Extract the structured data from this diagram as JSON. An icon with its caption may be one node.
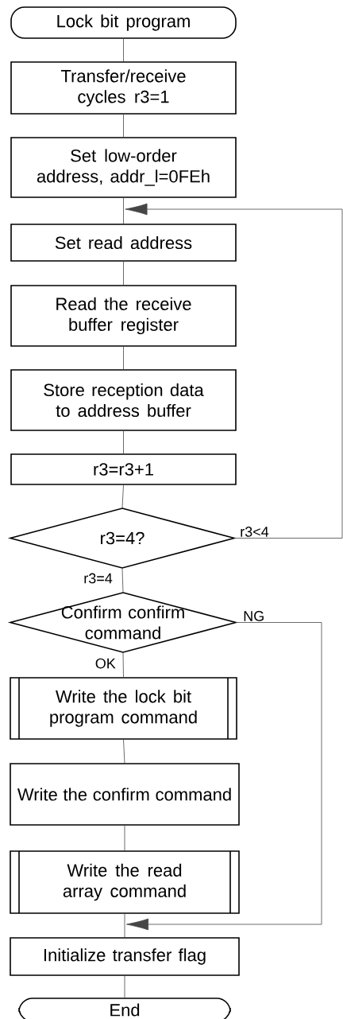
{
  "diagram": {
    "nodes": [
      {
        "text": [
          "Lock bit program"
        ]
      },
      {
        "text": [
          "Transfer/receive cycles r3=1"
        ]
      },
      {
        "text": [
          "Set low-order address, addr_l=0FEh"
        ]
      },
      {
        "text": [
          "Set read address"
        ]
      },
      {
        "text": [
          "Read the receive buffer register"
        ]
      },
      {
        "text": [
          "Store reception data to address buffer"
        ]
      },
      {
        "text": [
          "r3=r3+1"
        ]
      },
      {
        "text": [
          "r3=4?"
        ]
      },
      {
        "text": [
          "Confirm confirm command"
        ]
      },
      {
        "text": [
          "Write the lock bit program command"
        ]
      },
      {
        "text": [
          "Write the confirm command"
        ]
      },
      {
        "text": [
          "Write the read array command"
        ]
      },
      {
        "text": [
          "Initialize transfer flag"
        ]
      },
      {
        "text": [
          "End"
        ]
      }
    ],
    "edges": [
      {
        "from": 0,
        "to": 1,
        "arrow": "none"
      },
      {
        "from": 1,
        "to": 2,
        "arrow": "none"
      },
      {
        "from": 2,
        "to": 3,
        "arrow": "none"
      },
      {
        "from": 3,
        "to": 4,
        "arrow": "none"
      },
      {
        "from": 4,
        "to": 5,
        "arrow": "none"
      },
      {
        "from": 5,
        "to": 6,
        "arrow": "none"
      },
      {
        "from": 6,
        "to": 7,
        "arrow": "none"
      },
      {
        "from": 7,
        "to": 3,
        "arrow": "to",
        "label": "r3<4"
      },
      {
        "from": 7,
        "to": 8,
        "arrow": "none",
        "label": "r3=4"
      },
      {
        "from": 8,
        "to": 12,
        "arrow": "to",
        "label": "NG"
      },
      {
        "from": 8,
        "to": 9,
        "arrow": "none",
        "label": "OK"
      },
      {
        "from": 9,
        "to": 10,
        "arrow": "none"
      },
      {
        "from": 10,
        "to": 11,
        "arrow": "none"
      },
      {
        "from": 11,
        "to": 12,
        "arrow": "none"
      },
      {
        "from": 12,
        "to": 13,
        "arrow": "none"
      }
    ]
  }
}
